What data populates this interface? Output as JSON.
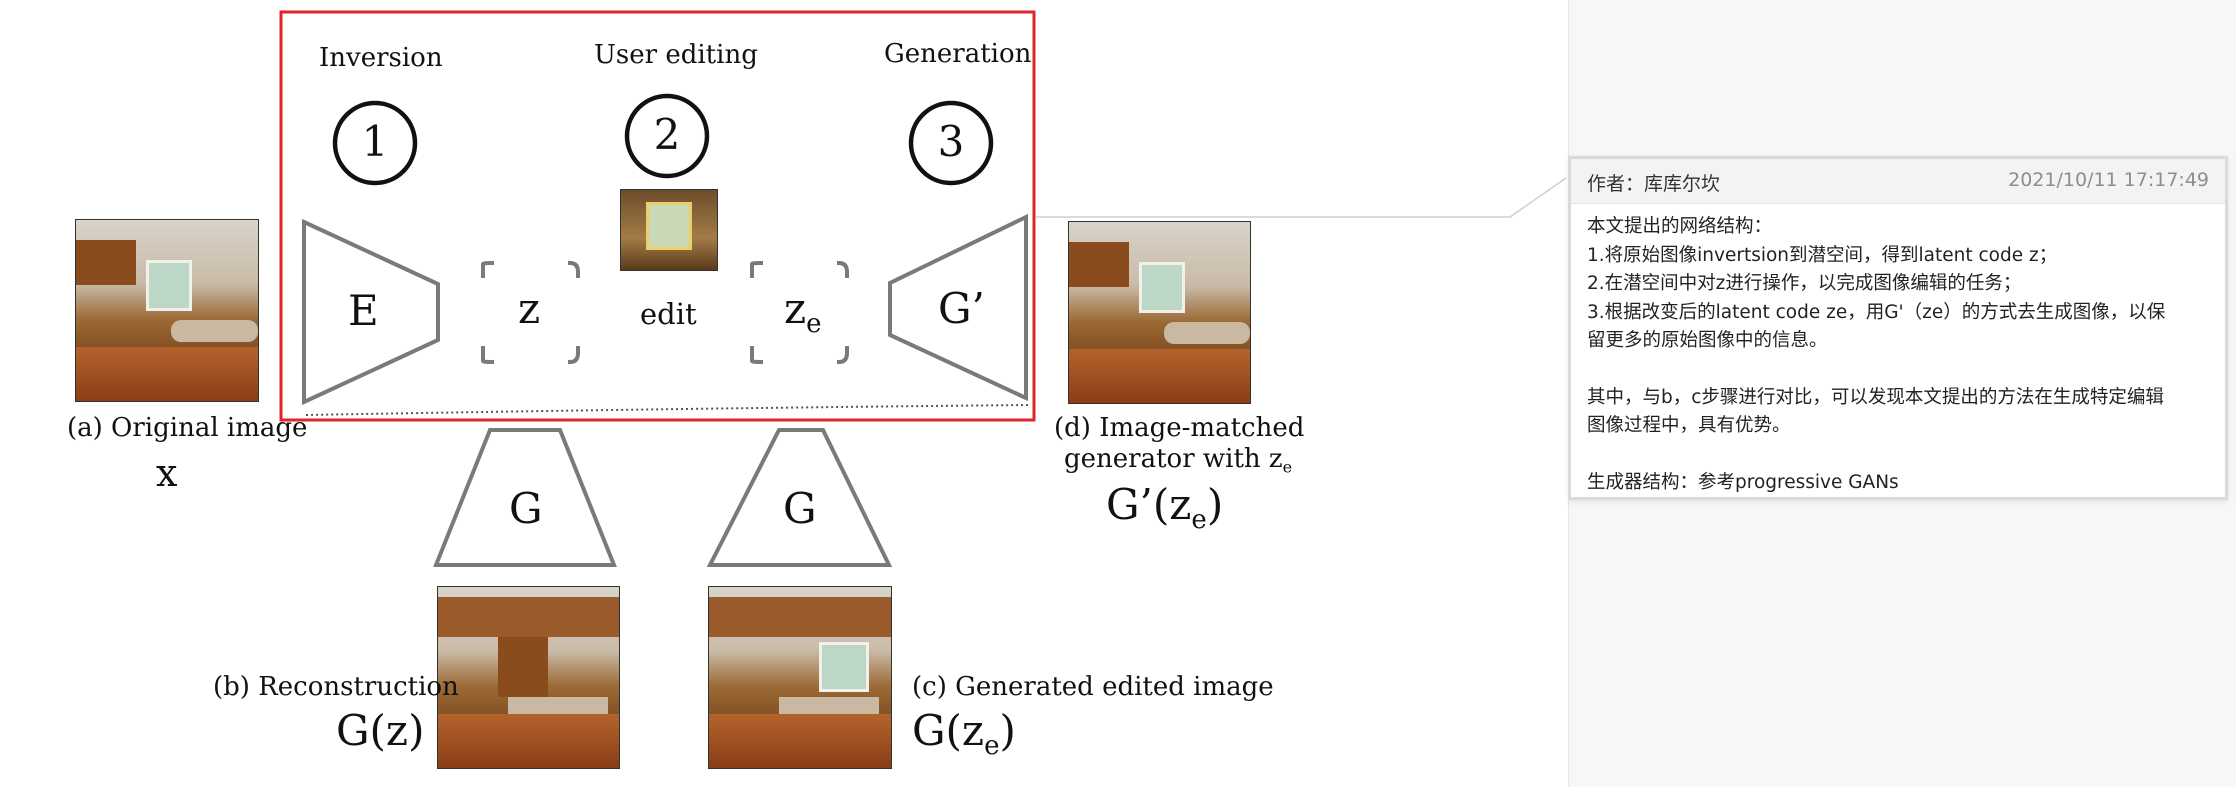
{
  "diagram": {
    "steps": [
      {
        "title": "Inversion",
        "number": "1"
      },
      {
        "title": "User editing",
        "number": "2"
      },
      {
        "title": "Generation",
        "number": "3"
      }
    ],
    "blocks": {
      "encoder": "E",
      "latent": "z",
      "edit": "edit",
      "edited_latent_main": "z",
      "edited_latent_sub": "e",
      "generator_matched": "G’",
      "generator_left": "G",
      "generator_right": "G"
    },
    "panels": {
      "a_caption": "(a) Original image",
      "a_symbol": "x",
      "b_caption": "(b) Reconstruction",
      "b_symbol": "G(z)",
      "c_caption": "(c) Generated edited image",
      "c_symbol_main": "G(z",
      "c_symbol_sub": "e",
      "c_symbol_end": ")",
      "d_caption_line1": "(d) Image-matched",
      "d_caption_line2": "generator with z",
      "d_caption_sub": "e",
      "d_symbol_main": "G’(z",
      "d_symbol_sub": "e",
      "d_symbol_end": ")"
    },
    "colors": {
      "highlight_box": "#e0252b",
      "block_stroke": "#7a7a7a"
    }
  },
  "comment": {
    "author": "作者：库库尔坎",
    "time": "2021/10/11 17:17:49",
    "lines": [
      "本文提出的网络结构：",
      "1.将原始图像invertsion到潜空间，得到latent code z；",
      "2.在潜空间中对z进行操作，以完成图像编辑的任务；",
      "3.根据改变后的latent code ze，用G'（ze）的方式去生成图像，以保",
      "留更多的原始图像中的信息。",
      "其中，与b，c步骤进行对比，可以发现本文提出的方法在生成特定编辑",
      "图像过程中，具有优势。",
      "生成器结构：参考progressive GANs"
    ]
  }
}
